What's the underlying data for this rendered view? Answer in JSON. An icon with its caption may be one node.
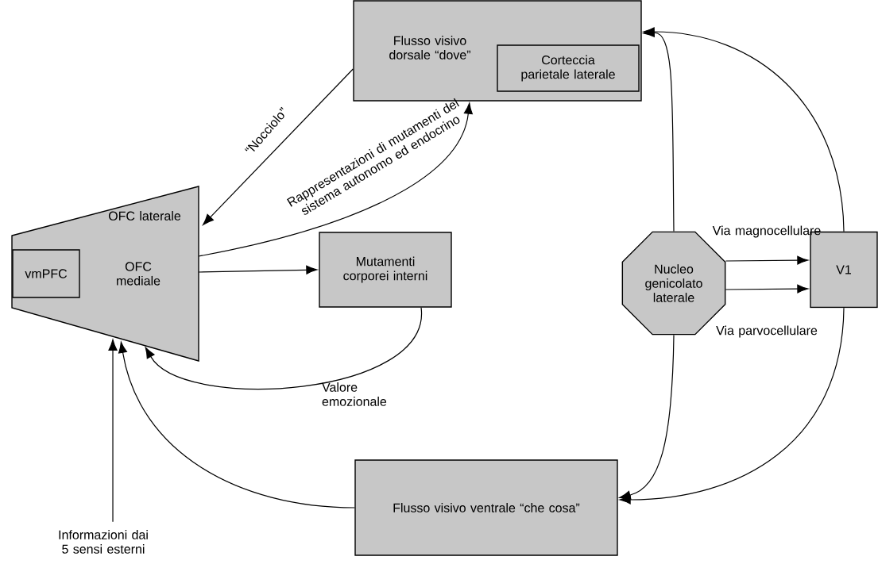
{
  "diagram": {
    "nodes": [
      {
        "text": [
          "Flusso visivo dorsale “dove”"
        ]
      },
      {
        "text": [
          "Corteccia parietale laterale"
        ],
        "in": 0
      },
      {
        "text": [
          "OFC laterale",
          "OFC mediale"
        ]
      },
      {
        "text": [
          "vmPFC"
        ],
        "in": 2
      },
      {
        "text": [
          "Mutamenti corporei interni"
        ]
      },
      {
        "text": [
          "Nucleo genicolato laterale"
        ]
      },
      {
        "text": [
          "V1"
        ]
      },
      {
        "text": [
          "Flusso visivo ventrale “che cosa”"
        ]
      },
      {
        "text": [
          "Informazioni dai 5 sensi esterni"
        ]
      }
    ],
    "edges": [
      {
        "from": 0,
        "to": 2,
        "arrow": "to",
        "label": "“Nocciolo”"
      },
      {
        "from": 2,
        "to": 0,
        "arrow": "to",
        "label": "Rappresentazioni di mutamenti del sistema autonomo ed endocrino"
      },
      {
        "from": 2,
        "to": 4,
        "arrow": "to"
      },
      {
        "from": 4,
        "to": 2,
        "arrow": "to",
        "label": "Valore emozionale"
      },
      {
        "from": 7,
        "to": 2,
        "arrow": "to"
      },
      {
        "from": 8,
        "to": 2,
        "arrow": "to"
      },
      {
        "from": 5,
        "to": 0,
        "arrow": "to"
      },
      {
        "from": 6,
        "to": 0,
        "arrow": "to"
      },
      {
        "from": 5,
        "to": 7,
        "arrow": "to"
      },
      {
        "from": 6,
        "to": 7,
        "arrow": "to"
      },
      {
        "from": 5,
        "to": 6,
        "arrow": "to",
        "label": "Via magnocellulare"
      },
      {
        "from": 5,
        "to": 6,
        "arrow": "to",
        "label": "Via parvocellulare"
      }
    ]
  }
}
